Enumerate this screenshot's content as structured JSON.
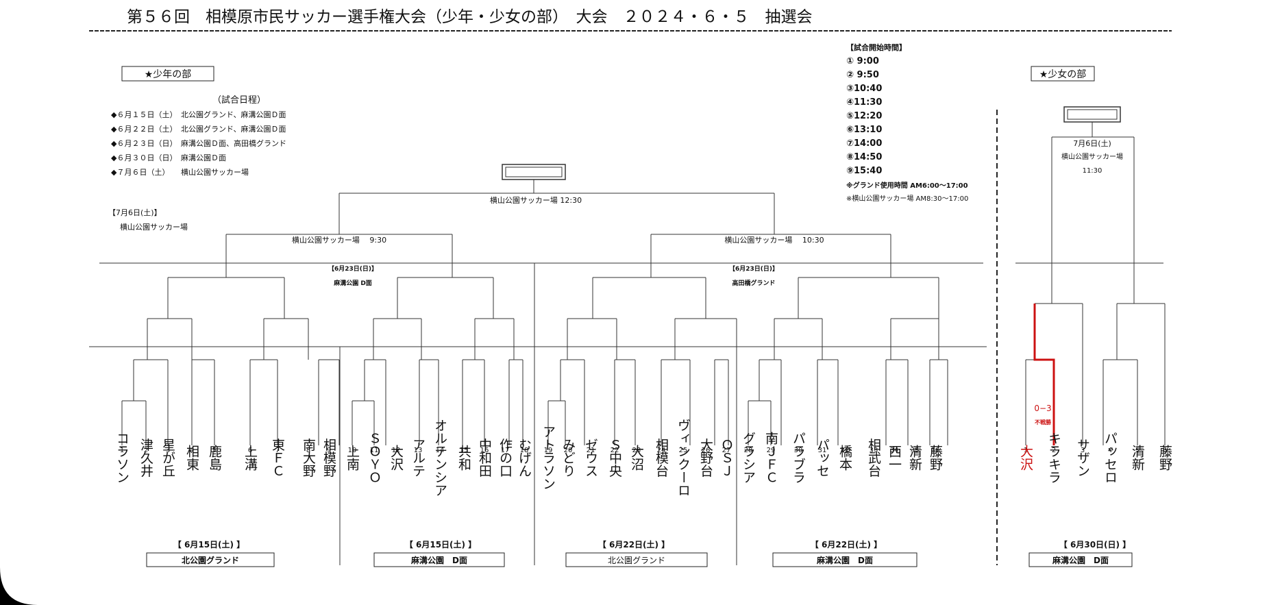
{
  "title": "第５６回　相模原市民サッカー選手権大会（少年・少女の部）　大会　２０２４・６・５　抽選会",
  "boys": {
    "heading": "★少年の部",
    "schedule_heading": "（試合日程）",
    "schedule": [
      "◆６月１５日（土）　北公園グランド、麻溝公園Ｄ面",
      "◆６月２２日（土）　北公園グランド、麻溝公園Ｄ面",
      "◆６月２３日（日）　麻溝公園Ｄ面、高田橋グランド",
      "◆６月３０日（日）　麻溝公園Ｄ面",
      "◆７月６日（土）　　横山公園サッカー場"
    ],
    "final_date": "【7月6日(土)】",
    "final_venue_note": "横山公園サッカー場",
    "final_label": "横山公園サッカー場  12:30",
    "semi_left": "横山公園サッカー場　 9:30",
    "semi_right": "横山公園サッカー場　 10:30",
    "qf_left_date": "【6月23日(日)】",
    "qf_left_venue": "麻溝公園 D面",
    "qf_right_date": "【6月23日(日)】",
    "qf_right_venue": "高田橋グランド",
    "teams": [
      "コラソン",
      "津久井",
      "星が丘",
      "相東",
      "鹿島",
      "上溝",
      "東ＦＣ",
      "南大野",
      "相模野",
      "上南",
      "ＳＯＹＯ",
      "大沢",
      "アルテ",
      "オルテンシア",
      "共和",
      "中和田",
      "作の口",
      "むげん",
      "アトラソン",
      "みどり",
      "ゼウス",
      "Ｓ中央",
      "大沼",
      "相模台",
      "ヴィンクーロ",
      "大野台",
      "ＯＳＪ",
      "グラシア",
      "南ＪＦＣ",
      "パラブラ",
      "パッセ",
      "橋本",
      "相武台",
      "西一",
      "清新",
      "藤野"
    ],
    "groups": [
      {
        "date": "【 6月15日(土) 】",
        "venue": "北公園グランド"
      },
      {
        "date": "【 6月15日(土) 】",
        "venue": "麻溝公園　D面"
      },
      {
        "date": "【 6月22日(土) 】",
        "venue": "北公園グランド"
      },
      {
        "date": "【 6月22日(土) 】",
        "venue": "麻溝公園　D面"
      }
    ]
  },
  "times": {
    "heading": "【試合開始時間】",
    "items": [
      "① 9:00",
      "② 9:50",
      "③10:40",
      "④11:30",
      "⑤12:20",
      "⑥13:10",
      "⑦14:00",
      "⑧14:50",
      "⑨15:40"
    ],
    "note1": "※グランド使用時間 AM6:00～17:00",
    "note2": "※横山公園サッカー場 AM8:30～17:00"
  },
  "girls": {
    "heading": "★少女の部",
    "final_date": "7月6日(土)",
    "final_venue": "横山公園サッカー場",
    "final_time": "11:30",
    "teams": [
      "大沢",
      "キラキラ",
      "サザン",
      "パッセロ",
      "清新",
      "藤野"
    ],
    "score": "0−3",
    "score_note": "不戦勝",
    "group": {
      "date": "【 6月30日(日) 】",
      "venue": "麻溝公園　D面"
    },
    "winner_color": "#cc1111"
  }
}
